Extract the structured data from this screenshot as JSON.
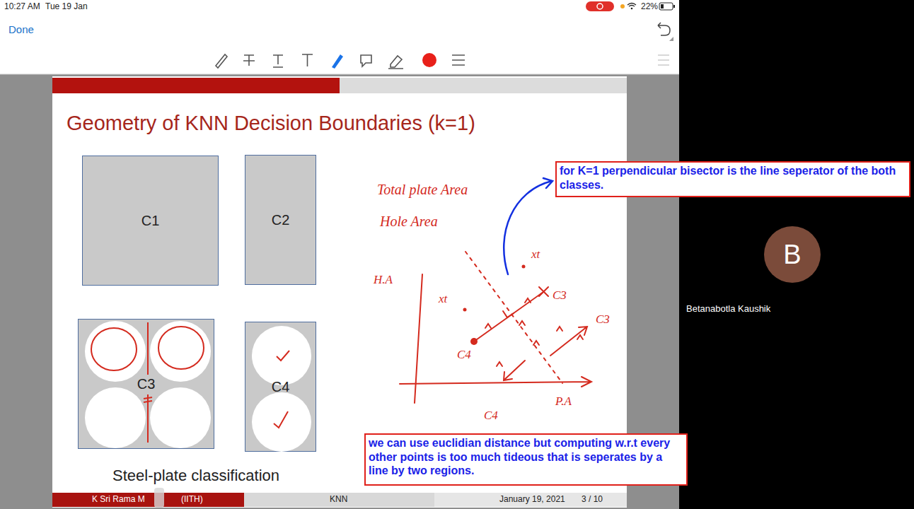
{
  "diagram": {
    "title": "Geometry of KNN Decision Boundaries (k=1)",
    "caption": "Steel-plate classification",
    "nodes": [
      {
        "text": [
          "C1"
        ]
      },
      {
        "text": [
          "C2"
        ]
      },
      {
        "text": [
          "for K=1 perpendicular bisector is the line seperator of the both classes."
        ]
      },
      {
        "text": [
          "B"
        ]
      },
      {
        "text": [
          "C3"
        ]
      },
      {
        "text": [
          "C4"
        ]
      },
      {
        "text": [
          "we can use euclidian distance but computing w.r.t every other points is too much tideous that is seperates by a line by two regions."
        ]
      }
    ],
    "labels": [
      "10:27 AM",
      "Tue 19 Jan",
      "22%",
      "Done",
      "Total plate Area",
      "Hole Area",
      "H.A",
      "xt",
      "xt",
      "C3",
      "C3",
      "C4",
      "C4",
      "P.A",
      "K Sri Rama M",
      "(IITH)",
      "KNN",
      "January 19, 2021",
      "3 / 10",
      "Betanabotla Kaushik"
    ]
  }
}
